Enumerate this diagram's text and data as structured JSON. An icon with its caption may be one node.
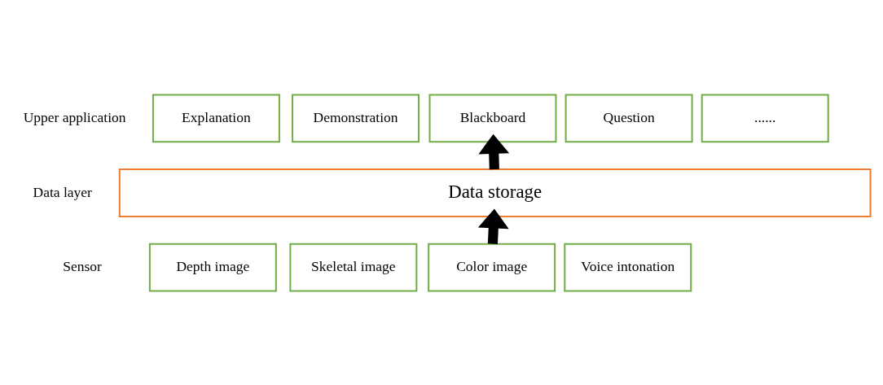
{
  "diagram": {
    "nodes": [
      {
        "text": [
          "Explanation"
        ]
      },
      {
        "text": [
          "Demonstration"
        ]
      },
      {
        "text": [
          "Blackboard"
        ]
      },
      {
        "text": [
          "Question"
        ]
      },
      {
        "text": [
          "......"
        ]
      },
      {
        "text": [
          "Data storage"
        ]
      },
      {
        "text": [
          "Depth image"
        ]
      },
      {
        "text": [
          "Skeletal image"
        ]
      },
      {
        "text": [
          "Color image"
        ]
      },
      {
        "text": [
          "Voice intonation"
        ]
      }
    ],
    "edges": [
      {
        "from": 5,
        "to": 2,
        "arrow": "to"
      },
      {
        "from": 8,
        "to": 5,
        "arrow": "to"
      }
    ],
    "labels": [
      "Upper application",
      "Data layer",
      "Sensor"
    ]
  }
}
